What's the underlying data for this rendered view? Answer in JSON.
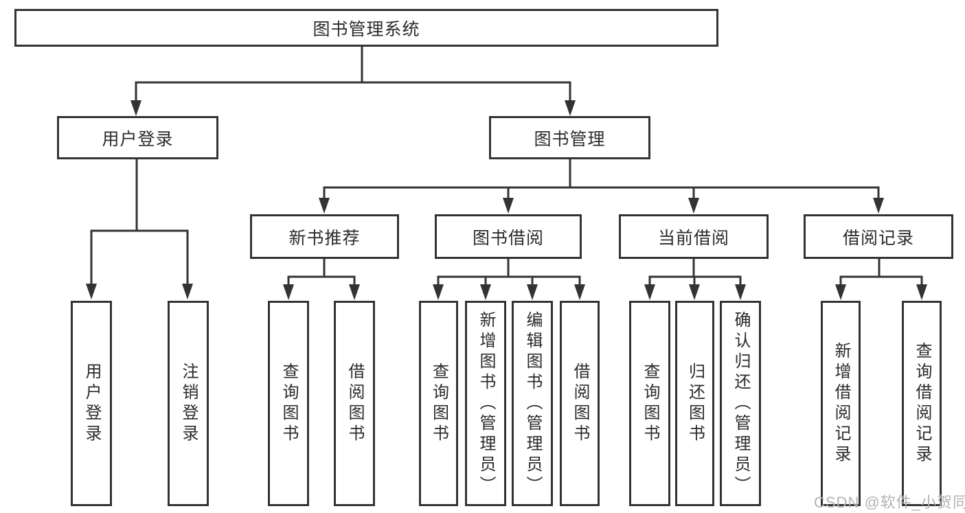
{
  "diagram": {
    "title": "图书管理系统",
    "branches": {
      "user": {
        "label": "用户登录",
        "children": [
          {
            "label": "用户登录"
          },
          {
            "label": "注销登录"
          }
        ]
      },
      "book": {
        "label": "图书管理",
        "groups": [
          {
            "label": "新书推荐",
            "children": [
              {
                "label": "查询图书"
              },
              {
                "label": "借阅图书"
              }
            ]
          },
          {
            "label": "图书借阅",
            "children": [
              {
                "label": "查询图书"
              },
              {
                "label": "新增图书（管理员）"
              },
              {
                "label": "编辑图书（管理员）"
              },
              {
                "label": "借阅图书"
              }
            ]
          },
          {
            "label": "当前借阅",
            "children": [
              {
                "label": "查询图书"
              },
              {
                "label": "归还图书"
              },
              {
                "label": "确认归还（管理员）"
              }
            ]
          },
          {
            "label": "借阅记录",
            "children": [
              {
                "label": "新增借阅记录"
              },
              {
                "label": "查询借阅记录"
              }
            ]
          }
        ]
      }
    },
    "colors": {
      "line": "#333333",
      "border": "#333333",
      "text": "#2b2b2b",
      "watermark": "#b3b3b3"
    }
  },
  "watermark": {
    "text": "CSDN @软件_小贺同学"
  }
}
